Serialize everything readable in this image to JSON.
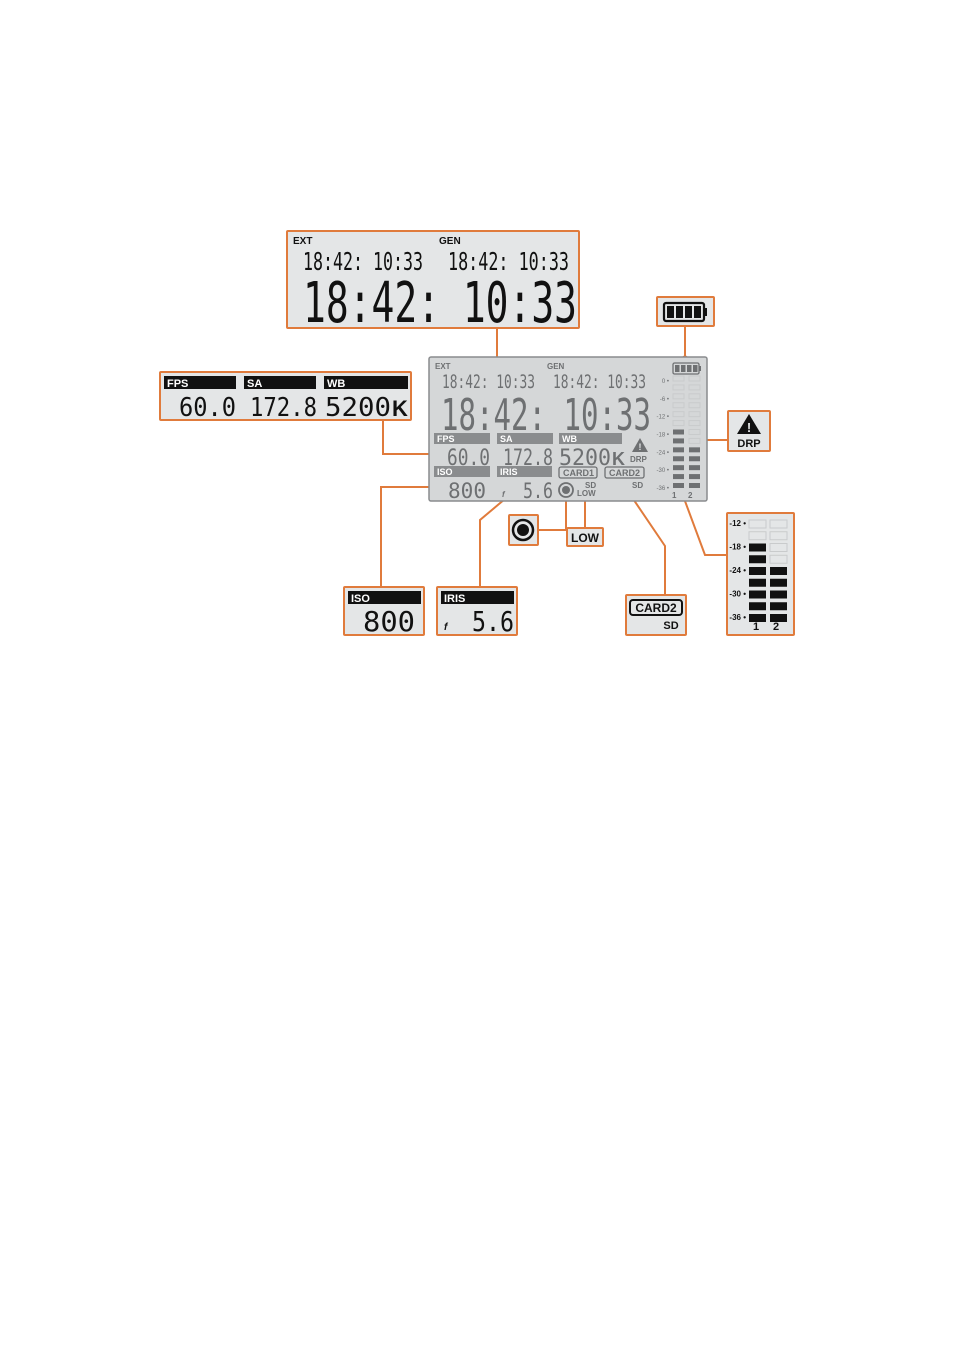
{
  "timecode": {
    "ext_label": "EXT",
    "gen_label": "GEN",
    "ext_value": "18:42: 10:33",
    "gen_value": "18:42: 10:33",
    "main_value": "18:42: 10:33"
  },
  "settings": {
    "fps_label": "FPS",
    "fps_value": "60.0",
    "sa_label": "SA",
    "sa_value": "172.8",
    "wb_label": "WB",
    "wb_value": "5200",
    "wb_unit": "K",
    "iso_label": "ISO",
    "iso_value": "800",
    "iris_label": "IRIS",
    "iris_prefix": "f",
    "iris_value": "5.6"
  },
  "cards": {
    "card1_label": "CARD1",
    "card2_label": "CARD2",
    "card1_type": "SD",
    "card2_type": "SD",
    "low_label": "LOW"
  },
  "warnings": {
    "drp_label": "DRP",
    "drp_glyph": "!"
  },
  "meter": {
    "scale": [
      "0",
      "-6",
      "-12",
      "-18",
      "-24",
      "-30",
      "-36"
    ],
    "zoom_scale": [
      "-12",
      "-18",
      "-24",
      "-30",
      "-36"
    ],
    "channels": [
      "1",
      "2"
    ],
    "ch1_level_db": -18,
    "ch2_level_db": -24
  },
  "battery": {
    "bars": 4
  },
  "colors": {
    "callout_border": "#e07b3c",
    "lcd_background": "#e4e6e7",
    "segment_dark": "#111111",
    "segment_grey": "#6e7072"
  }
}
